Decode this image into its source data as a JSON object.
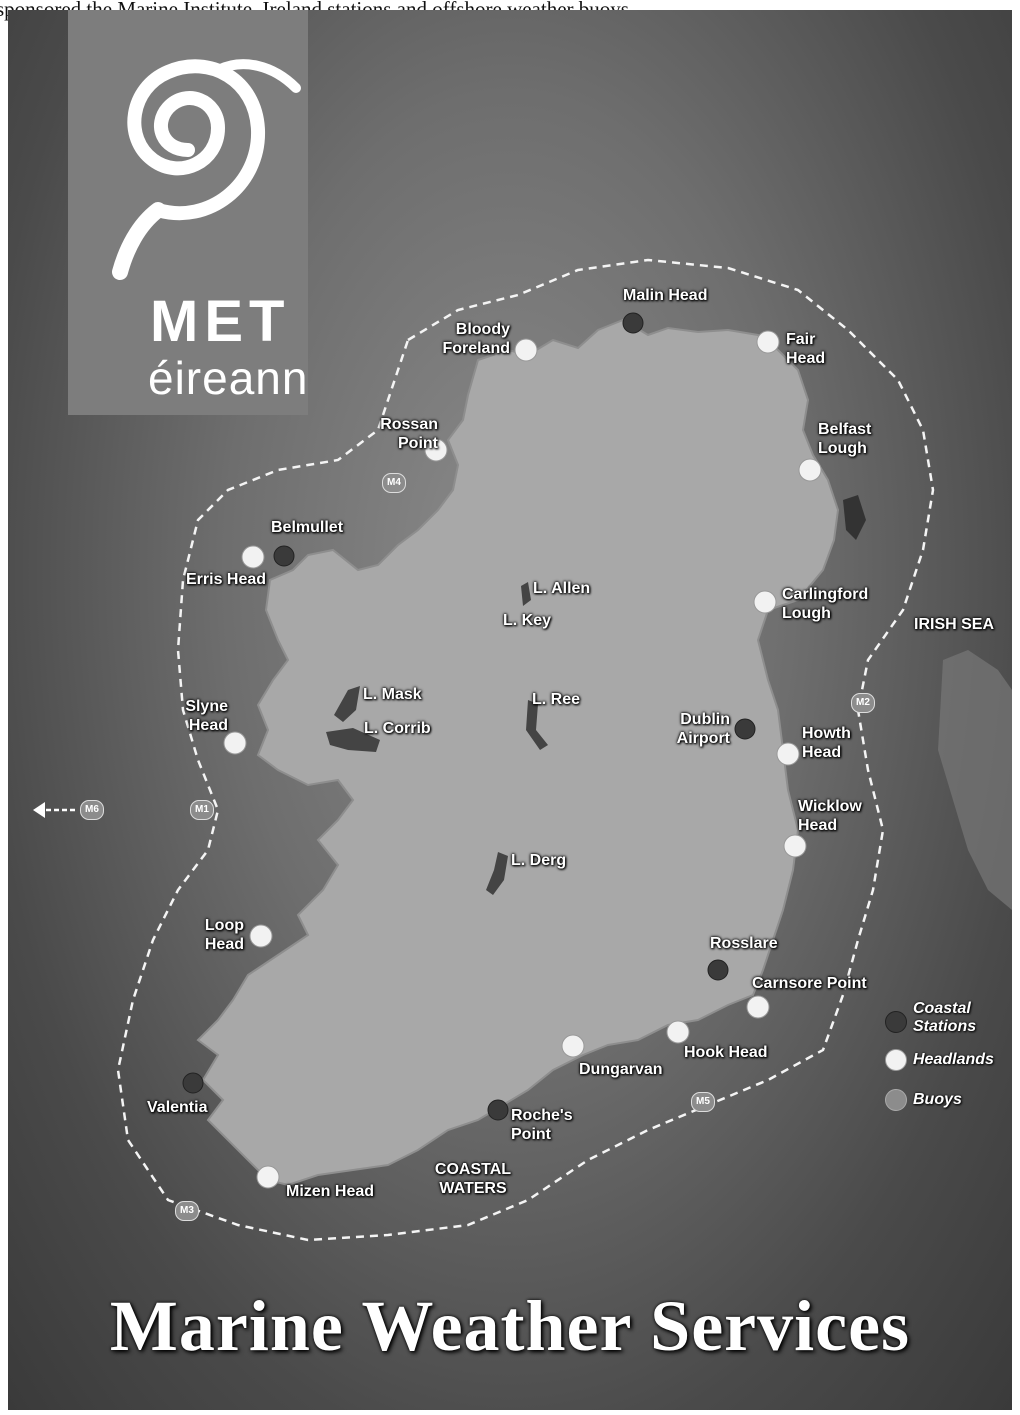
{
  "caption": "sponsored  the Marine Institute, Ireland  stations  and offshore  weather buoys",
  "logo": {
    "name": "MET",
    "subname": "éireann"
  },
  "title": "Marine Weather Services",
  "labels": {
    "malin_head": "Malin Head",
    "bloody_foreland": [
      "Bloody",
      "Foreland"
    ],
    "fair_head": [
      "Fair",
      "Head"
    ],
    "rossan_point": [
      "Rossan",
      "Point"
    ],
    "belfast_lough": [
      "Belfast",
      "Lough"
    ],
    "belmullet": "Belmullet",
    "erris_head": "Erris Head",
    "l_allen": "L. Allen",
    "l_key": "L. Key",
    "carlingford_lough": [
      "Carlingford",
      "Lough"
    ],
    "irish_sea": "IRISH SEA",
    "l_mask": "L. Mask",
    "l_ree": "L. Ree",
    "slyne_head": [
      "Slyne",
      "Head"
    ],
    "l_corrib": "L. Corrib",
    "dublin_airport": [
      "Dublin",
      "Airport"
    ],
    "howth_head": [
      "Howth",
      "Head"
    ],
    "wicklow_head": [
      "Wicklow",
      "Head"
    ],
    "l_derg": "L. Derg",
    "loop_head": [
      "Loop",
      "Head"
    ],
    "rosslare": "Rosslare",
    "carnsore_point": "Carnsore Point",
    "hook_head": "Hook Head",
    "dungarvan": "Dungarvan",
    "valentia": "Valentia",
    "roches_point": [
      "Roche's",
      "Point"
    ],
    "mizen_head": "Mizen Head",
    "coastal_waters": [
      "COASTAL",
      "WATERS"
    ]
  },
  "buoys": {
    "m1": "M1",
    "m2": "M2",
    "m3": "M3",
    "m4": "M4",
    "m5": "M5",
    "m6": "M6"
  },
  "legend": [
    {
      "label": "Coastal Stations",
      "lines": [
        "Coastal",
        "Stations"
      ],
      "color": "#3a3a3a"
    },
    {
      "label": "Headlands",
      "lines": [
        "Headlands"
      ],
      "color": "#f2f2f2"
    },
    {
      "label": "Buoys",
      "lines": [
        "Buoys"
      ],
      "color": "#8c8c8c"
    }
  ],
  "colors": {
    "land": "#a6a6a6",
    "sea": "#4a4a4a",
    "headland": "#f2f2f2",
    "coastal_station": "#3a3a3a",
    "buoy": "#8c8c8c"
  }
}
